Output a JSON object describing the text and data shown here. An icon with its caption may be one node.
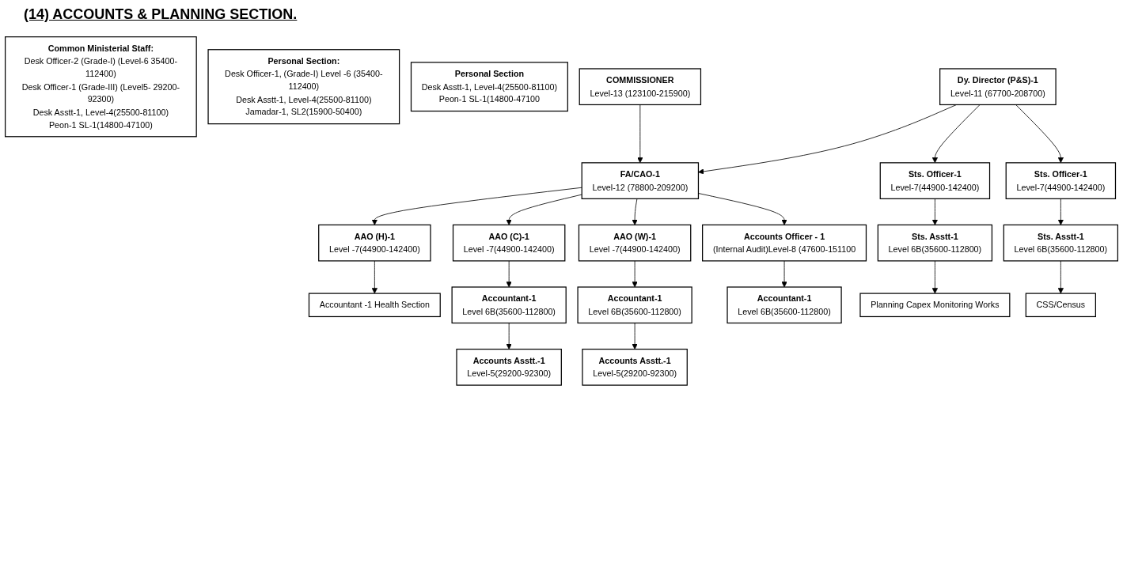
{
  "diagram": {
    "title": "(14) ACCOUNTS & PLANNING SECTION.",
    "nodes": [
      {
        "text": [
          "Common Ministerial Staff:",
          "Desk Officer-2 (Grade-I) (Level-6 35400-112400)",
          "Desk Officer-1 (Grade-III) (Level5- 29200-92300)",
          "Desk Asstt-1, Level-4(25500-81100)",
          "Peon-1 SL-1(14800-47100)"
        ]
      },
      {
        "text": [
          "COMMISSIONER",
          "Level-13 (123100-215900)"
        ]
      },
      {
        "text": [
          "FA/CAO-1",
          "Level-12 (78800-209200)"
        ]
      },
      {
        "text": [
          "Dy. Director (P&S)-1",
          "Level-11 (67700-208700)"
        ]
      },
      {
        "text": [
          "Personal Section:",
          "Desk Officer-1, (Grade-I) Level -6 (35400-112400)",
          "Desk Asstt-1, Level-4(25500-81100)",
          "Jamadar-1, SL2(15900-50400)"
        ]
      },
      {
        "text": [
          "Personal Section",
          "Desk Asstt-1, Level-4(25500-81100)",
          "Peon-1 SL-1(14800-47100"
        ]
      },
      {
        "text": [
          "AAO (H)-1",
          "Level -7(44900-142400)"
        ]
      },
      {
        "text": [
          "AAO (C)-1",
          "Level -7(44900-142400)"
        ]
      },
      {
        "text": [
          "AAO (W)-1",
          "Level -7(44900-142400)"
        ]
      },
      {
        "text": [
          "Accounts Officer - 1",
          "(Internal Audit)Level-8 (47600-151100"
        ]
      },
      {
        "text": [
          "Sts. Officer-1",
          "Level-7(44900-142400)"
        ]
      },
      {
        "text": [
          "Sts. Officer-1",
          "Level-7(44900-142400)"
        ]
      },
      {
        "text": [
          "Accountant -1 Health Section"
        ]
      },
      {
        "text": [
          "Accountant-1",
          "Level 6B(35600-112800)"
        ]
      },
      {
        "text": [
          "Accountant-1",
          "Level 6B(35600-112800)"
        ]
      },
      {
        "text": [
          "Accountant-1",
          "Level 6B(35600-112800)"
        ]
      },
      {
        "text": [
          "Sts. Asstt-1",
          "Level 6B(35600-112800)"
        ]
      },
      {
        "text": [
          "Sts. Asstt-1",
          "Level 6B(35600-112800)"
        ]
      },
      {
        "text": [
          "Accounts Asstt.-1",
          "Level-5(29200-92300)"
        ]
      },
      {
        "text": [
          "Accounts Asstt.-1",
          "Level-5(29200-92300)"
        ]
      },
      {
        "text": [
          "Planning Capex Monitoring Works"
        ]
      },
      {
        "text": [
          "CSS/Census"
        ]
      }
    ],
    "edges": [
      {
        "from": 1,
        "to": 2,
        "arrow": "to"
      },
      {
        "from": 3,
        "to": 2,
        "arrow": "to"
      },
      {
        "from": 2,
        "to": 6,
        "arrow": "to"
      },
      {
        "from": 2,
        "to": 7,
        "arrow": "to"
      },
      {
        "from": 2,
        "to": 8,
        "arrow": "to"
      },
      {
        "from": 2,
        "to": 9,
        "arrow": "to"
      },
      {
        "from": 3,
        "to": 10,
        "arrow": "to"
      },
      {
        "from": 3,
        "to": 11,
        "arrow": "to"
      },
      {
        "from": 6,
        "to": 12,
        "arrow": "to"
      },
      {
        "from": 7,
        "to": 13,
        "arrow": "to"
      },
      {
        "from": 8,
        "to": 14,
        "arrow": "to"
      },
      {
        "from": 9,
        "to": 15,
        "arrow": "to"
      },
      {
        "from": 10,
        "to": 16,
        "arrow": "to"
      },
      {
        "from": 11,
        "to": 17,
        "arrow": "to"
      },
      {
        "from": 13,
        "to": 18,
        "arrow": "to"
      },
      {
        "from": 14,
        "to": 19,
        "arrow": "to"
      },
      {
        "from": 16,
        "to": 20,
        "arrow": "to"
      },
      {
        "from": 17,
        "to": 21,
        "arrow": "to"
      }
    ]
  }
}
